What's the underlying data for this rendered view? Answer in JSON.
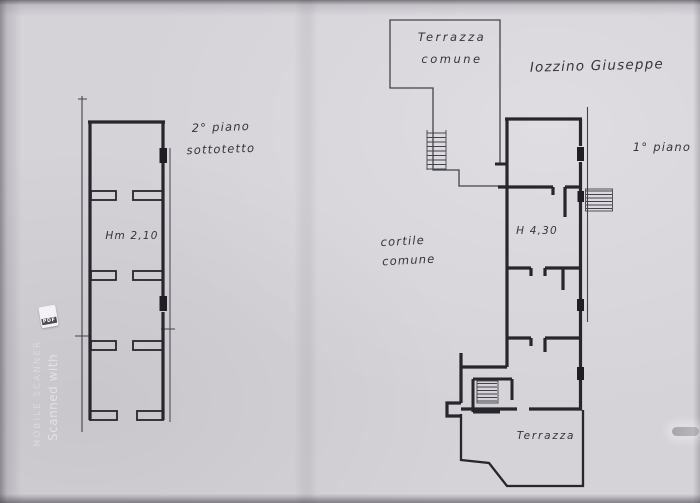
{
  "page": {
    "owner_name": "Iozzino Giuseppe",
    "watermark": {
      "line1": "Scanned with",
      "line2": "MOBILE SCANNER",
      "badge": "PDF"
    }
  },
  "left_plan": {
    "title_line1": "2° piano",
    "title_line2": "sottotetto",
    "room_height": "Hm 2,10"
  },
  "right_plan": {
    "title": "1° piano",
    "terrace_common_line1": "Terrazza",
    "terrace_common_line2": "comune",
    "courtyard_line1": "cortile",
    "courtyard_line2": "comune",
    "room_height": "H 4,30",
    "terrace_label": "Terrazza"
  },
  "colors": {
    "paper": "#d5d2d8",
    "ink": "#26262c",
    "thin_line": "#43434b",
    "watermark_text": "#f4f3f7"
  }
}
